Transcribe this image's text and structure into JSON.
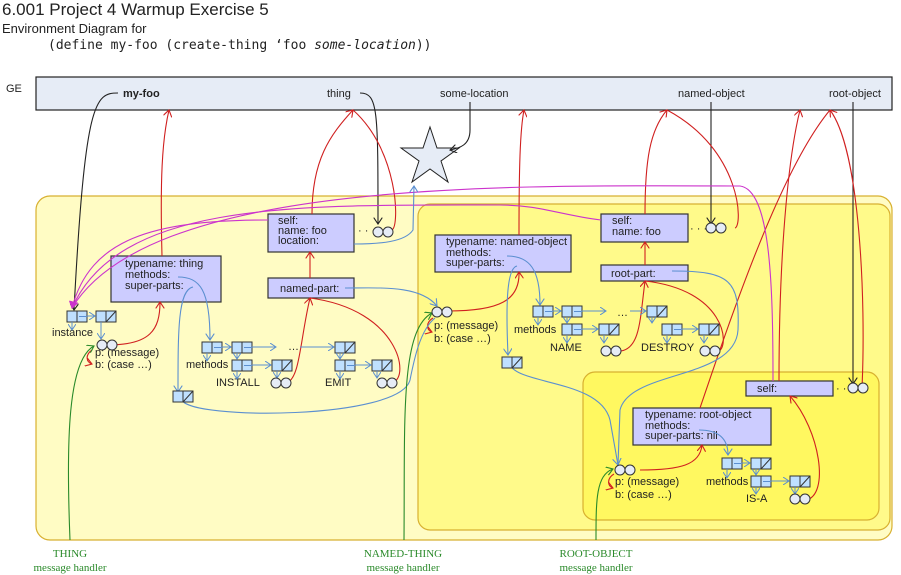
{
  "header": {
    "title": "6.001 Project 4 Warmup Exercise 5",
    "subtitle": "Environment Diagram for",
    "code_prefix": "(define my-foo (create-thing ‘foo ",
    "code_italic": "some-location",
    "code_suffix": "))"
  },
  "global_env": {
    "label": "GE",
    "bindings": [
      "my-foo",
      "thing",
      "some-location",
      "named-object",
      "root-object"
    ]
  },
  "frames": {
    "thing_class": [
      "typename: thing",
      "methods:",
      "super-parts:"
    ],
    "thing_instance": [
      "self:",
      "name: foo",
      "location:"
    ],
    "named_part": "named-part:",
    "named_object_class": [
      "typename: named-object",
      "methods:",
      "super-parts:"
    ],
    "named_object_instance": [
      "self:",
      "name: foo"
    ],
    "root_part": "root-part:",
    "root_object_class": [
      "typename: root-object",
      "methods:",
      "super-parts: nil"
    ],
    "root_self": "self:"
  },
  "labels": {
    "instance": "instance",
    "methods": "methods",
    "p_message": "p: (message)",
    "b_case": "b: (case …)",
    "ellipsis": "…",
    "install": "INSTALL",
    "emit": "EMIT",
    "name": "NAME",
    "destroy": "DESTROY",
    "is_a": "IS-A",
    "dots": "· · ·"
  },
  "captions": [
    {
      "line1": "THING",
      "line2": "message handler"
    },
    {
      "line1": "NAMED-THING",
      "line2": "message handler"
    },
    {
      "line1": "ROOT-OBJECT",
      "line2": "message handler"
    }
  ],
  "colors": {
    "ge_fill": "#e6ecf6",
    "frame_fill": "#ccccff",
    "outer_env": "#fffcc4",
    "mid_env": "#fffa8a",
    "inner_env": "#fff860",
    "env_border": "#d8b030",
    "pair_fill": "#bfe0ff",
    "pointer_blue": "#5b8fd0",
    "pointer_red": "#d02020",
    "pointer_magenta": "#cc33cc",
    "pointer_green": "#2a8a2a"
  }
}
